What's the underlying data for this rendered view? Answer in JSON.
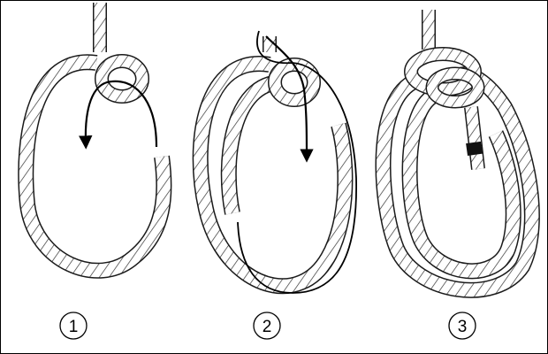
{
  "steps": [
    {
      "number": "1",
      "instruction_arrow": "down-left"
    },
    {
      "number": "2",
      "instruction_arrow": "down"
    },
    {
      "number": "3"
    }
  ],
  "colors": {
    "rope_fill": "#ffffff",
    "rope_outline": "#1a1a1a",
    "rope_strand": "#333333",
    "arrow": "#000000",
    "whipping": "#111111",
    "background": "#ffffff"
  },
  "icons": {
    "rope": "rope-icon",
    "knot": "knot-icon",
    "arrow": "arrow-icon"
  }
}
